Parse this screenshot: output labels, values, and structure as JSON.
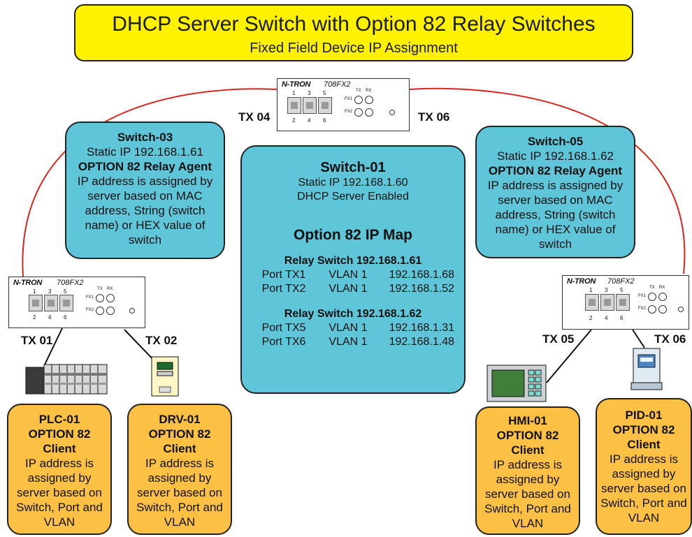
{
  "banner": {
    "title": "DHCP Server Switch with Option 82 Relay Switches",
    "subtitle": "Fixed Field Device IP Assignment"
  },
  "switch_device": {
    "brand": "N-TRON",
    "model": "708FX2",
    "ports_top": [
      "1",
      "3",
      "5"
    ],
    "ports_bottom": [
      "2",
      "4",
      "6"
    ],
    "fx1": "FX1",
    "fx2": "FX2",
    "tx": "TX",
    "rx": "RX"
  },
  "port_labels": {
    "top_left": "TX 04",
    "top_right": "TX 06",
    "left_tx01": "TX 01",
    "left_tx02": "TX 02",
    "right_tx05": "TX 05",
    "right_tx06": "TX 06"
  },
  "switch03": {
    "name": "Switch-03",
    "static_ip": "Static IP 192.168.1.61",
    "role": "OPTION 82 Relay Agent",
    "desc": [
      "IP address is assigned by",
      "server based on  MAC",
      "address, String (switch",
      "name) or HEX value of",
      "switch"
    ]
  },
  "switch05": {
    "name": "Switch-05",
    "static_ip": "Static IP  192.168.1.62",
    "role": "OPTION 82 Relay Agent",
    "desc": [
      "IP address is assigned by",
      "server based on  MAC",
      "address, String (switch",
      "name) or HEX value of",
      "switch"
    ]
  },
  "switch01": {
    "name": "Switch-01",
    "static_ip": "Static IP 192.168.1.60",
    "dhcp": "DHCP Server Enabled",
    "map_title": "Option 82 IP Map",
    "relays": [
      {
        "header": "Relay Switch 192.168.1.61",
        "rows": [
          {
            "port": "Port TX1",
            "vlan": "VLAN 1",
            "ip": "192.168.1.68"
          },
          {
            "port": "Port TX2",
            "vlan": "VLAN 1",
            "ip": "192.168.1.52"
          }
        ]
      },
      {
        "header": "Relay Switch 192.168.1.62",
        "rows": [
          {
            "port": "Port TX5",
            "vlan": "VLAN 1",
            "ip": "192.168.1.31"
          },
          {
            "port": "Port TX6",
            "vlan": "VLAN 1",
            "ip": "192.168.1.48"
          }
        ]
      }
    ]
  },
  "clients": [
    {
      "name": "PLC-01",
      "role1": "OPTION 82",
      "role2": "Client",
      "desc": [
        "IP address is",
        "assigned by",
        "server based on",
        "Switch, Port and",
        "VLAN"
      ]
    },
    {
      "name": "DRV-01",
      "role1": "OPTION 82",
      "role2": "Client",
      "desc": [
        "IP address is",
        "assigned by",
        "server based on",
        "Switch, Port and",
        "VLAN"
      ]
    },
    {
      "name": "HMI-01",
      "role1": "OPTION 82",
      "role2": "Client",
      "desc": [
        "IP address is",
        "assigned by",
        "server based on",
        "Switch, Port and",
        "VLAN"
      ]
    },
    {
      "name": "PID-01",
      "role1": "OPTION 82",
      "role2": "Client",
      "desc": [
        "IP address is",
        "assigned by",
        "server based on",
        "Switch, Port and",
        "VLAN"
      ]
    }
  ],
  "colors": {
    "banner": "#fef200",
    "box_blue": "#5fc6d9",
    "box_orange": "#fbc044",
    "link_red": "#d7261e"
  }
}
